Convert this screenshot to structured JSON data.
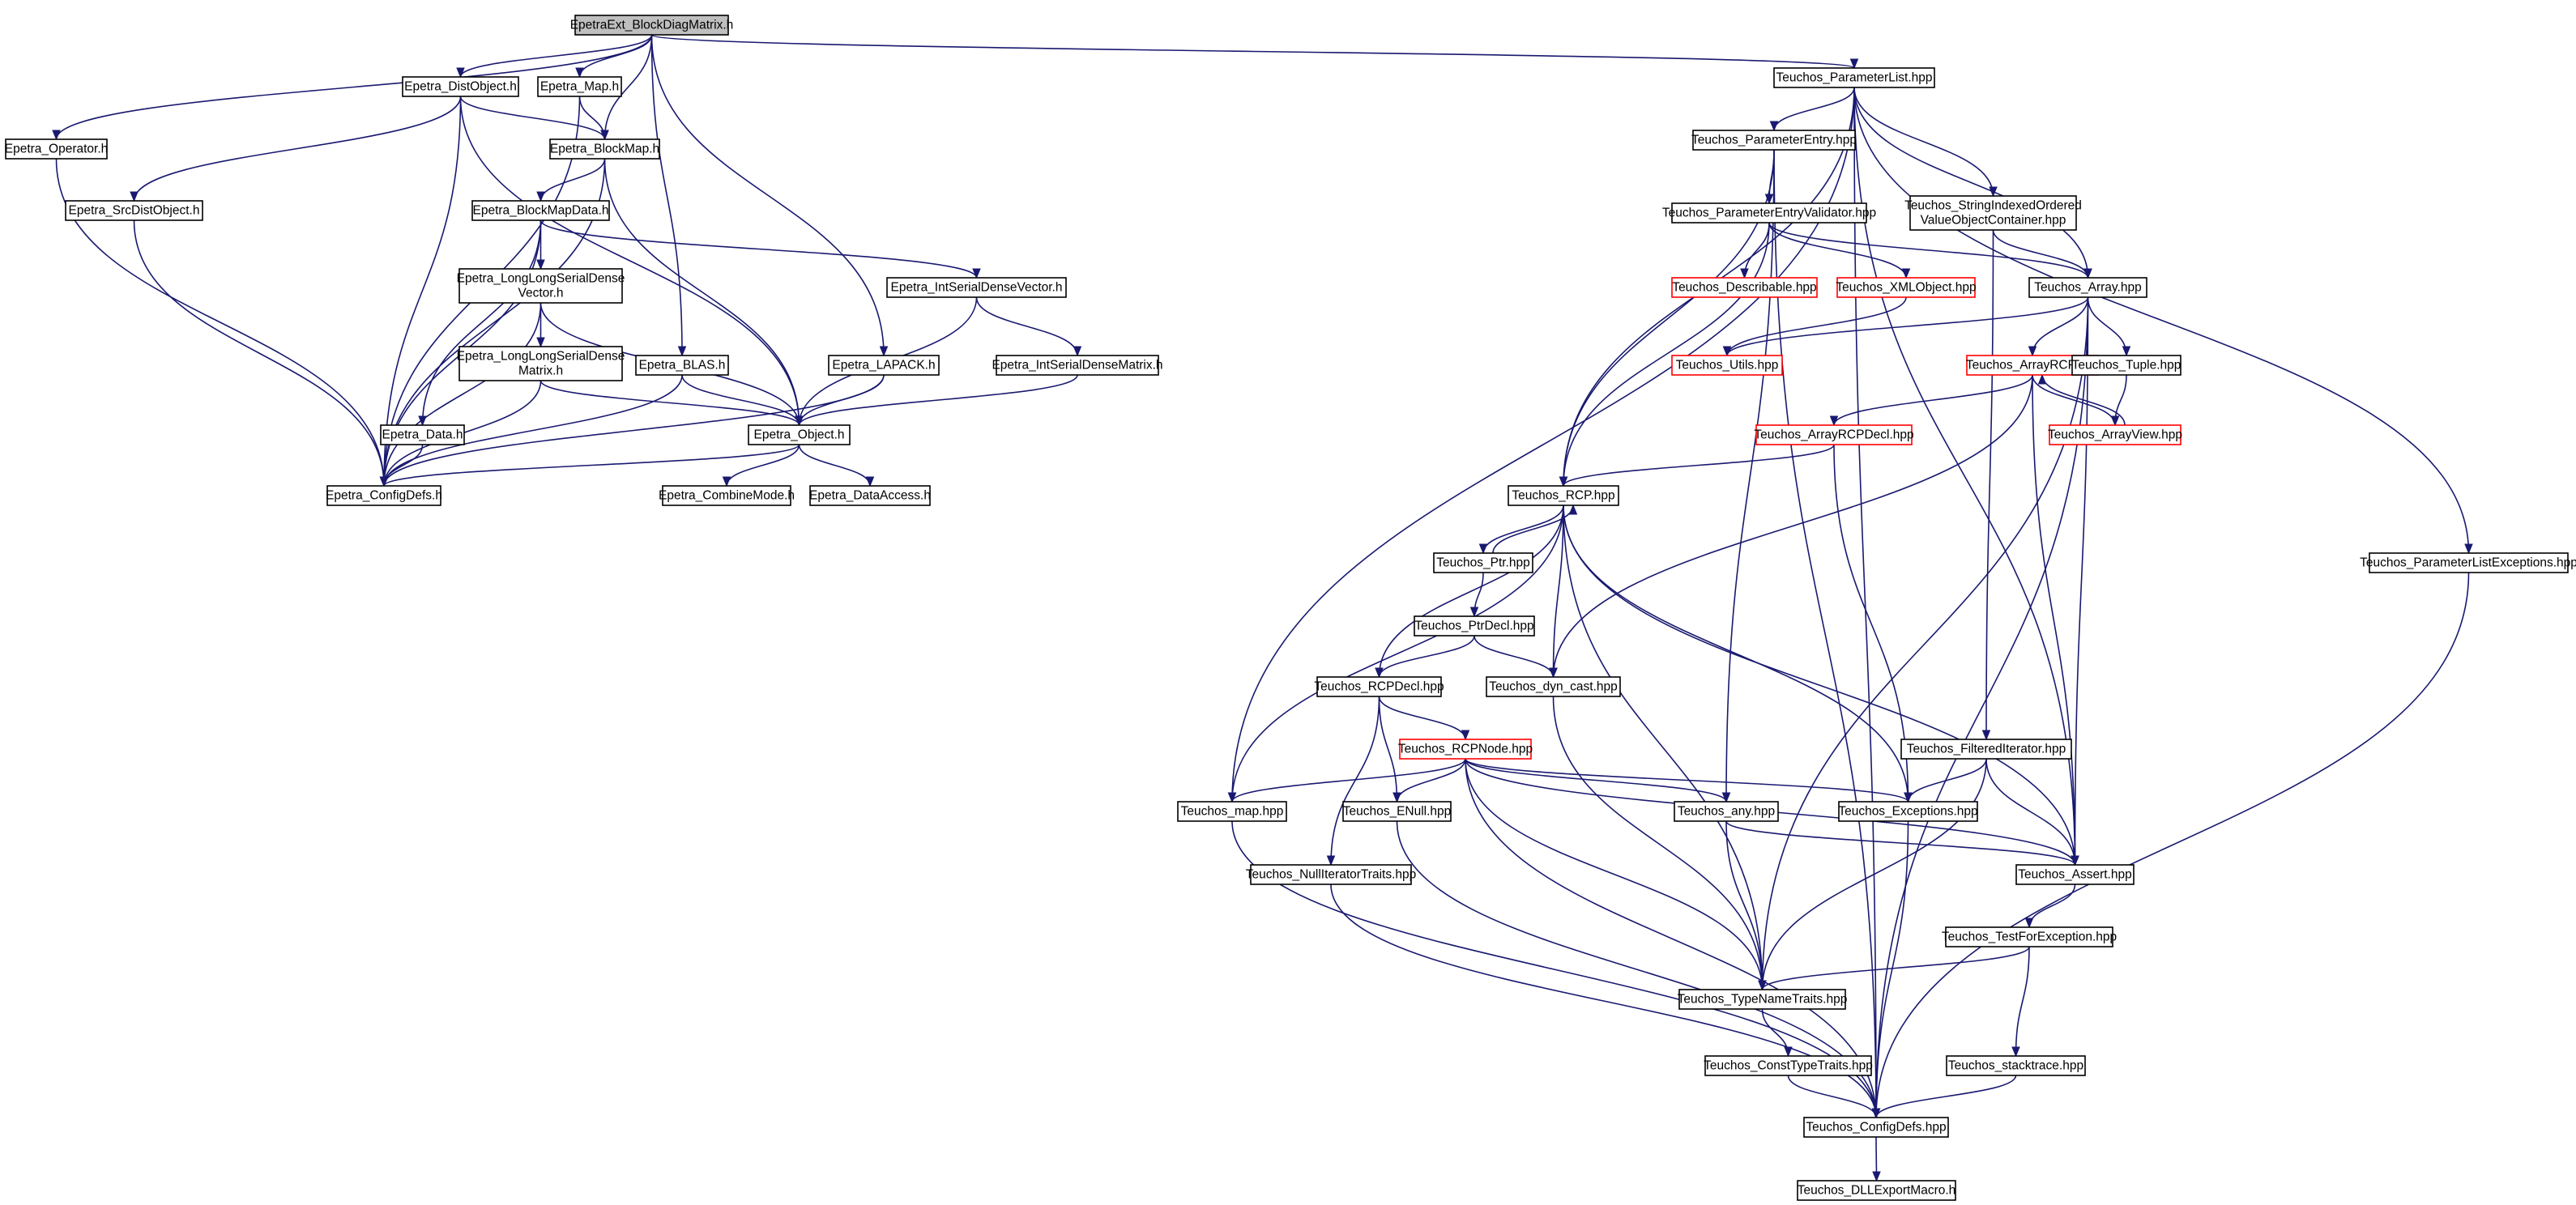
{
  "title": "EpetraExt_BlockDiagMatrix.h",
  "colors": {
    "edge": "#191970",
    "root_fill": "#bfbfbf",
    "node_border": "#000000",
    "undocumented_border": "#ff0000"
  },
  "nodes": [
    {
      "id": "root",
      "lines": [
        "EpetraExt_BlockDiagMatrix.h"
      ],
      "style": "root"
    },
    {
      "id": "distobject",
      "lines": [
        "Epetra_DistObject.h"
      ]
    },
    {
      "id": "map",
      "lines": [
        "Epetra_Map.h"
      ]
    },
    {
      "id": "operator",
      "lines": [
        "Epetra_Operator.h"
      ]
    },
    {
      "id": "srcdistobject",
      "lines": [
        "Epetra_SrcDistObject.h"
      ]
    },
    {
      "id": "blockmap",
      "lines": [
        "Epetra_BlockMap.h"
      ]
    },
    {
      "id": "blockmapdata",
      "lines": [
        "Epetra_BlockMapData.h"
      ]
    },
    {
      "id": "llsdvector",
      "lines": [
        "Epetra_LongLongSerialDense",
        "Vector.h"
      ]
    },
    {
      "id": "llsdmatrix",
      "lines": [
        "Epetra_LongLongSerialDense",
        "Matrix.h"
      ]
    },
    {
      "id": "data",
      "lines": [
        "Epetra_Data.h"
      ]
    },
    {
      "id": "blas",
      "lines": [
        "Epetra_BLAS.h"
      ]
    },
    {
      "id": "lapack",
      "lines": [
        "Epetra_LAPACK.h"
      ]
    },
    {
      "id": "isdvector",
      "lines": [
        "Epetra_IntSerialDenseVector.h"
      ]
    },
    {
      "id": "isdmatrix",
      "lines": [
        "Epetra_IntSerialDenseMatrix.h"
      ]
    },
    {
      "id": "object",
      "lines": [
        "Epetra_Object.h"
      ]
    },
    {
      "id": "configdefs",
      "lines": [
        "Epetra_ConfigDefs.h"
      ]
    },
    {
      "id": "combinemode",
      "lines": [
        "Epetra_CombineMode.h"
      ]
    },
    {
      "id": "dataaccess",
      "lines": [
        "Epetra_DataAccess.h"
      ]
    },
    {
      "id": "paramlist",
      "lines": [
        "Teuchos_ParameterList.hpp"
      ]
    },
    {
      "id": "paramentry",
      "lines": [
        "Teuchos_ParameterEntry.hpp"
      ]
    },
    {
      "id": "peval",
      "lines": [
        "Teuchos_ParameterEntryValidator.hpp"
      ]
    },
    {
      "id": "sio",
      "lines": [
        "Teuchos_StringIndexedOrdered",
        "ValueObjectContainer.hpp"
      ]
    },
    {
      "id": "describable",
      "lines": [
        "Teuchos_Describable.hpp"
      ],
      "style": "red"
    },
    {
      "id": "xmlobject",
      "lines": [
        "Teuchos_XMLObject.hpp"
      ],
      "style": "red"
    },
    {
      "id": "array",
      "lines": [
        "Teuchos_Array.hpp"
      ]
    },
    {
      "id": "utils",
      "lines": [
        "Teuchos_Utils.hpp"
      ],
      "style": "red"
    },
    {
      "id": "arrayrcp",
      "lines": [
        "Teuchos_ArrayRCP.hpp"
      ],
      "style": "red"
    },
    {
      "id": "tuple",
      "lines": [
        "Teuchos_Tuple.hpp"
      ]
    },
    {
      "id": "arrayrcpdecl",
      "lines": [
        "Teuchos_ArrayRCPDecl.hpp"
      ],
      "style": "red"
    },
    {
      "id": "arrayview",
      "lines": [
        "Teuchos_ArrayView.hpp"
      ],
      "style": "red"
    },
    {
      "id": "rcp",
      "lines": [
        "Teuchos_RCP.hpp"
      ]
    },
    {
      "id": "ptr",
      "lines": [
        "Teuchos_Ptr.hpp"
      ]
    },
    {
      "id": "ptrdecl",
      "lines": [
        "Teuchos_PtrDecl.hpp"
      ]
    },
    {
      "id": "rcpdecl",
      "lines": [
        "Teuchos_RCPDecl.hpp"
      ]
    },
    {
      "id": "dyncast",
      "lines": [
        "Teuchos_dyn_cast.hpp"
      ]
    },
    {
      "id": "rcpnode",
      "lines": [
        "Teuchos_RCPNode.hpp"
      ],
      "style": "red"
    },
    {
      "id": "filtered",
      "lines": [
        "Teuchos_FilteredIterator.hpp"
      ]
    },
    {
      "id": "tmap",
      "lines": [
        "Teuchos_map.hpp"
      ]
    },
    {
      "id": "enull",
      "lines": [
        "Teuchos_ENull.hpp"
      ]
    },
    {
      "id": "any",
      "lines": [
        "Teuchos_any.hpp"
      ]
    },
    {
      "id": "exceptions",
      "lines": [
        "Teuchos_Exceptions.hpp"
      ]
    },
    {
      "id": "nulliter",
      "lines": [
        "Teuchos_NullIteratorTraits.hpp"
      ]
    },
    {
      "id": "assert",
      "lines": [
        "Teuchos_Assert.hpp"
      ]
    },
    {
      "id": "testforexc",
      "lines": [
        "Teuchos_TestForException.hpp"
      ]
    },
    {
      "id": "typenametraits",
      "lines": [
        "Teuchos_TypeNameTraits.hpp"
      ]
    },
    {
      "id": "consttypetraits",
      "lines": [
        "Teuchos_ConstTypeTraits.hpp"
      ]
    },
    {
      "id": "stacktrace",
      "lines": [
        "Teuchos_stacktrace.hpp"
      ]
    },
    {
      "id": "tconfigdefs",
      "lines": [
        "Teuchos_ConfigDefs.hpp"
      ]
    },
    {
      "id": "dllexport",
      "lines": [
        "Teuchos_DLLExportMacro.h"
      ]
    },
    {
      "id": "plexceptions",
      "lines": [
        "Teuchos_ParameterListExceptions.hpp"
      ]
    }
  ],
  "edges": [
    [
      "root",
      "distobject"
    ],
    [
      "root",
      "map"
    ],
    [
      "root",
      "operator"
    ],
    [
      "root",
      "blockmap"
    ],
    [
      "root",
      "blas"
    ],
    [
      "root",
      "lapack"
    ],
    [
      "root",
      "paramlist"
    ],
    [
      "distobject",
      "srcdistobject"
    ],
    [
      "distobject",
      "blockmap"
    ],
    [
      "distobject",
      "configdefs"
    ],
    [
      "distobject",
      "object"
    ],
    [
      "map",
      "blockmap"
    ],
    [
      "map",
      "configdefs"
    ],
    [
      "operator",
      "configdefs"
    ],
    [
      "srcdistobject",
      "configdefs"
    ],
    [
      "blockmap",
      "blockmapdata"
    ],
    [
      "blockmap",
      "configdefs"
    ],
    [
      "blockmap",
      "object"
    ],
    [
      "blockmapdata",
      "llsdvector"
    ],
    [
      "blockmapdata",
      "isdvector"
    ],
    [
      "blockmapdata",
      "data"
    ],
    [
      "blockmapdata",
      "configdefs"
    ],
    [
      "llsdvector",
      "llsdmatrix"
    ],
    [
      "llsdvector",
      "object"
    ],
    [
      "llsdvector",
      "configdefs"
    ],
    [
      "llsdmatrix",
      "object"
    ],
    [
      "llsdmatrix",
      "configdefs"
    ],
    [
      "data",
      "configdefs"
    ],
    [
      "blas",
      "object"
    ],
    [
      "blas",
      "configdefs"
    ],
    [
      "lapack",
      "object"
    ],
    [
      "lapack",
      "configdefs"
    ],
    [
      "isdvector",
      "isdmatrix"
    ],
    [
      "isdvector",
      "object"
    ],
    [
      "isdmatrix",
      "object"
    ],
    [
      "object",
      "combinemode"
    ],
    [
      "object",
      "dataaccess"
    ],
    [
      "object",
      "configdefs"
    ],
    [
      "paramlist",
      "paramentry"
    ],
    [
      "paramlist",
      "sio"
    ],
    [
      "paramlist",
      "array"
    ],
    [
      "paramlist",
      "rcp"
    ],
    [
      "paramlist",
      "tmap"
    ],
    [
      "paramlist",
      "assert"
    ],
    [
      "paramlist",
      "plexceptions"
    ],
    [
      "paramlist",
      "tconfigdefs"
    ],
    [
      "paramentry",
      "peval"
    ],
    [
      "paramentry",
      "rcp"
    ],
    [
      "paramentry",
      "any"
    ],
    [
      "paramentry",
      "tconfigdefs"
    ],
    [
      "peval",
      "describable"
    ],
    [
      "peval",
      "xmlobject"
    ],
    [
      "peval",
      "array"
    ],
    [
      "peval",
      "rcp"
    ],
    [
      "xmlobject",
      "utils"
    ],
    [
      "sio",
      "array"
    ],
    [
      "sio",
      "filtered"
    ],
    [
      "array",
      "utils"
    ],
    [
      "array",
      "arrayrcp"
    ],
    [
      "array",
      "tuple"
    ],
    [
      "array",
      "typenametraits"
    ],
    [
      "array",
      "assert"
    ],
    [
      "array",
      "tconfigdefs"
    ],
    [
      "arrayrcp",
      "arrayrcpdecl"
    ],
    [
      "arrayrcp",
      "arrayview"
    ],
    [
      "arrayrcp",
      "dyncast"
    ],
    [
      "arrayrcp",
      "assert"
    ],
    [
      "tuple",
      "arrayview"
    ],
    [
      "arrayview",
      "arrayrcp"
    ],
    [
      "arrayrcpdecl",
      "rcp"
    ],
    [
      "arrayrcpdecl",
      "exceptions"
    ],
    [
      "rcp",
      "ptr"
    ],
    [
      "rcp",
      "rcpdecl"
    ],
    [
      "rcp",
      "dyncast"
    ],
    [
      "rcp",
      "tmap"
    ],
    [
      "rcp",
      "exceptions"
    ],
    [
      "rcp",
      "typenametraits"
    ],
    [
      "rcp",
      "assert"
    ],
    [
      "ptr",
      "rcp"
    ],
    [
      "ptr",
      "ptrdecl"
    ],
    [
      "ptrdecl",
      "rcpdecl"
    ],
    [
      "ptrdecl",
      "dyncast"
    ],
    [
      "rcpdecl",
      "rcpnode"
    ],
    [
      "rcpdecl",
      "enull"
    ],
    [
      "rcpdecl",
      "nulliter"
    ],
    [
      "rcpnode",
      "tmap"
    ],
    [
      "rcpnode",
      "enull"
    ],
    [
      "rcpnode",
      "any"
    ],
    [
      "rcpnode",
      "exceptions"
    ],
    [
      "rcpnode",
      "assert"
    ],
    [
      "rcpnode",
      "typenametraits"
    ],
    [
      "rcpnode",
      "tconfigdefs"
    ],
    [
      "dyncast",
      "typenametraits"
    ],
    [
      "filtered",
      "exceptions"
    ],
    [
      "filtered",
      "assert"
    ],
    [
      "filtered",
      "typenametraits"
    ],
    [
      "any",
      "assert"
    ],
    [
      "any",
      "typenametraits"
    ],
    [
      "tmap",
      "tconfigdefs"
    ],
    [
      "enull",
      "tconfigdefs"
    ],
    [
      "exceptions",
      "tconfigdefs"
    ],
    [
      "nulliter",
      "tconfigdefs"
    ],
    [
      "assert",
      "testforexc"
    ],
    [
      "testforexc",
      "typenametraits"
    ],
    [
      "testforexc",
      "stacktrace"
    ],
    [
      "typenametraits",
      "consttypetraits"
    ],
    [
      "consttypetraits",
      "tconfigdefs"
    ],
    [
      "stacktrace",
      "tconfigdefs"
    ],
    [
      "tconfigdefs",
      "dllexport"
    ],
    [
      "plexceptions",
      "tconfigdefs"
    ]
  ]
}
